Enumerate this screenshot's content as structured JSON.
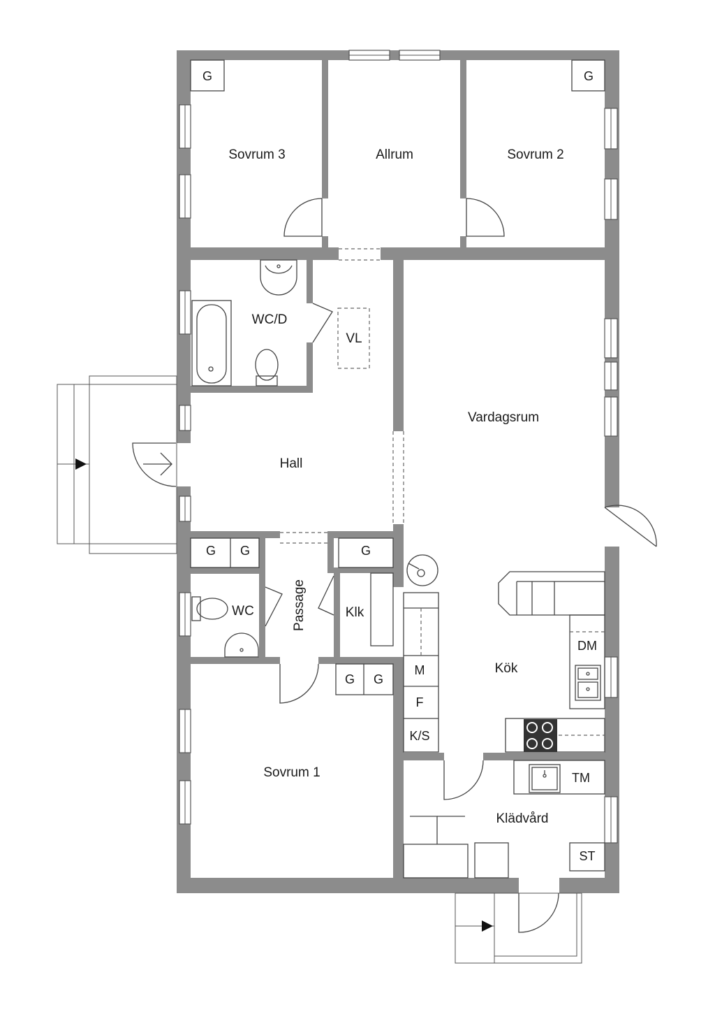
{
  "rooms": {
    "sovrum3": "Sovrum 3",
    "allrum": "Allrum",
    "sovrum2": "Sovrum 2",
    "wcd": "WC/D",
    "vl": "VL",
    "vardagsrum": "Vardagsrum",
    "hall": "Hall",
    "wc": "WC",
    "passage": "Passage",
    "klk": "Klk",
    "kok": "Kök",
    "sovrum1": "Sovrum 1",
    "kladvard": "Klädvård"
  },
  "fixtures": {
    "g": "G",
    "dm": "DM",
    "m": "M",
    "f": "F",
    "ks": "K/S",
    "tm": "TM",
    "st": "ST"
  }
}
